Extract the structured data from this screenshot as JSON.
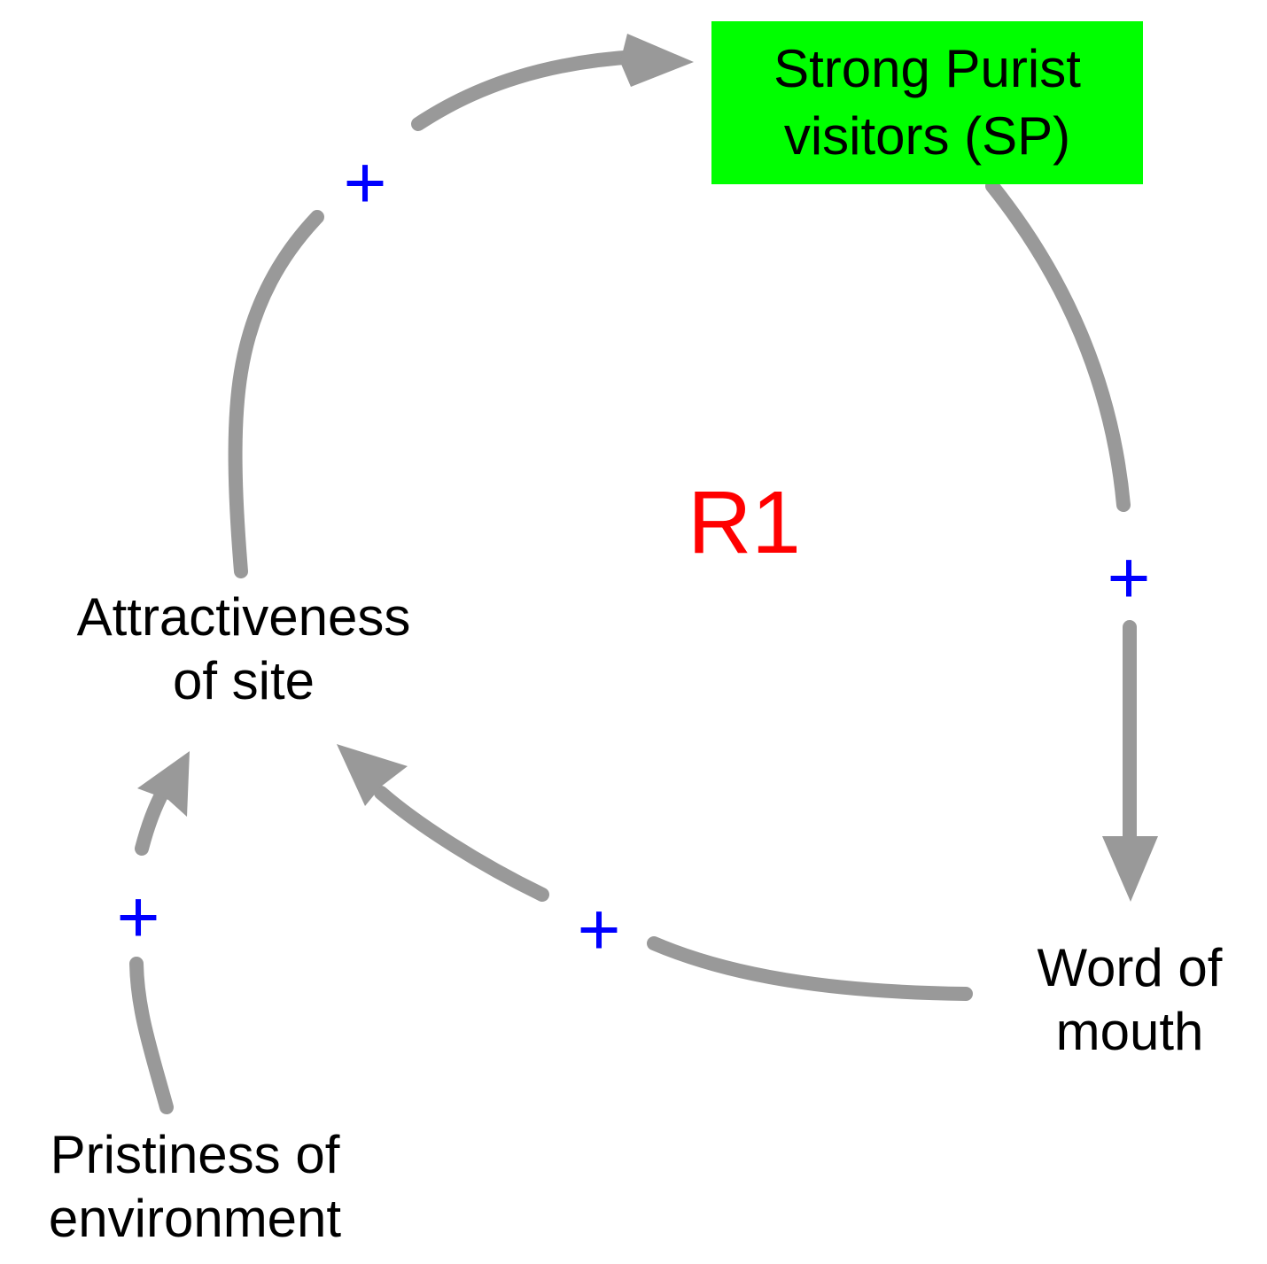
{
  "stock": {
    "line1": "Strong Purist",
    "line2": "visitors (SP)",
    "fill_color": "#00ff00"
  },
  "nodes": {
    "attractiveness": {
      "line1": "Attractiveness",
      "line2": "of site"
    },
    "word_of_mouth": {
      "line1": "Word of",
      "line2": "mouth"
    },
    "pristiness": {
      "line1": "Pristiness of",
      "line2": "environment"
    }
  },
  "loop": {
    "label": "R1",
    "color": "#ff0000"
  },
  "links": [
    {
      "from": "Attractiveness of site",
      "to": "Strong Purist visitors (SP)",
      "polarity": "+"
    },
    {
      "from": "Strong Purist visitors (SP)",
      "to": "Word of mouth",
      "polarity": "+"
    },
    {
      "from": "Word of mouth",
      "to": "Attractiveness of site",
      "polarity": "+"
    },
    {
      "from": "Pristiness of environment",
      "to": "Attractiveness of site",
      "polarity": "+"
    }
  ],
  "colors": {
    "arrow": "#999999",
    "polarity": "#0000ff",
    "text": "#000000"
  }
}
